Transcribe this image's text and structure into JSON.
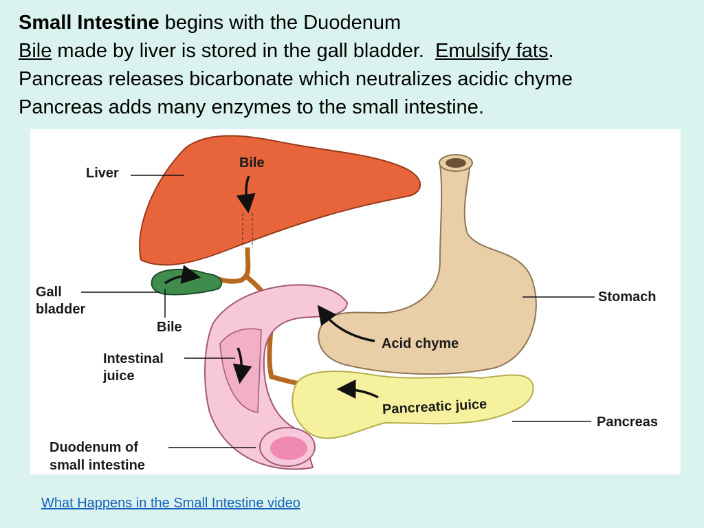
{
  "slide": {
    "lines": [
      {
        "bold": "Small Intestine",
        "rest": " begins with the Duodenum"
      },
      {
        "u1": "Bile",
        "mid": " made by liver is stored in the gall bladder.  ",
        "u2": "Emulsify fats",
        "end": "."
      },
      {
        "text": "Pancreas releases bicarbonate which neutralizes acidic chyme"
      },
      {
        "text": "Pancreas adds many enzymes to the small intestine."
      }
    ],
    "link": "What Happens in the Small Intestine video"
  },
  "diagram": {
    "labels": {
      "liver": "Liver",
      "bile_top": "Bile",
      "gall_bladder_1": "Gall",
      "gall_bladder_2": "bladder",
      "bile_lower": "Bile",
      "intestinal_juice_1": "Intestinal",
      "intestinal_juice_2": "juice",
      "duodenum_1": "Duodenum of",
      "duodenum_2": "small intestine",
      "stomach": "Stomach",
      "acid_chyme": "Acid chyme",
      "pancreatic_juice": "Pancreatic juice",
      "pancreas": "Pancreas"
    },
    "colors": {
      "liver": "#e8653b",
      "stomach": "#e9cfa8",
      "duodenum": "#f7c7da",
      "pancreas": "#f6f19e",
      "gall_bladder": "#3f8c4c",
      "bile_duct": "#b8691f"
    }
  }
}
